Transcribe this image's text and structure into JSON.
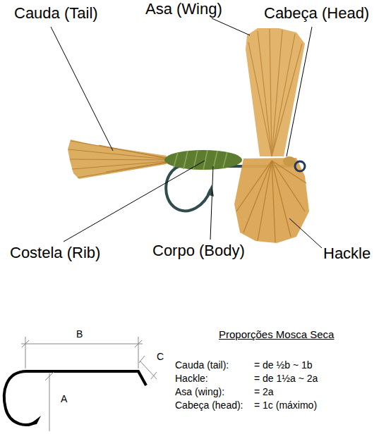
{
  "diagram": {
    "title": "Proporções Mosca Seca",
    "labels": [
      "Cauda (Tail)",
      "Asa (Wing)",
      "Cabeça (Head)",
      "Costela (Rib)",
      "Corpo (Body)",
      "Hackle",
      "B",
      "C",
      "A",
      "Cauda (tail):",
      "= de ½b ~ 1b",
      "Hackle:",
      "= de 1½a  ~ 2a",
      "Asa (wing):",
      "= 2a",
      "Cabeça (head):",
      "= 1c (máximo)"
    ]
  }
}
